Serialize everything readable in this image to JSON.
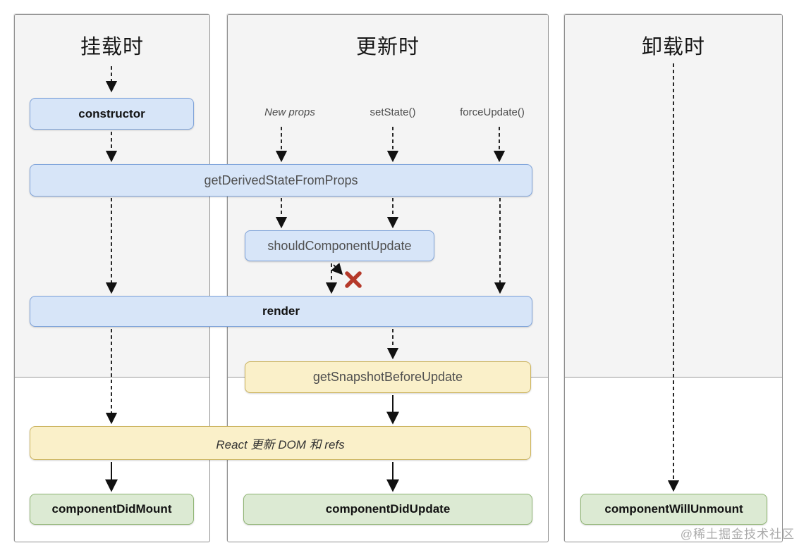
{
  "panels": {
    "mounting": {
      "title": "挂载时"
    },
    "updating": {
      "title": "更新时"
    },
    "unmounting": {
      "title": "卸载时"
    }
  },
  "triggers": {
    "new_props": "New props",
    "set_state": "setState()",
    "force_update": "forceUpdate()"
  },
  "boxes": {
    "constructor": "constructor",
    "get_derived_state_from_props": "getDerivedStateFromProps",
    "should_component_update": "shouldComponentUpdate",
    "render": "render",
    "get_snapshot_before_update": "getSnapshotBeforeUpdate",
    "react_updates_dom_and_refs": "React 更新 DOM 和 refs",
    "component_did_mount": "componentDidMount",
    "component_did_update": "componentDidUpdate",
    "component_will_unmount": "componentWillUnmount"
  },
  "icons": {
    "stop_x": "update-cancelled-x"
  },
  "colors": {
    "panel_fill": "#f4f4f4",
    "panel_border": "#8f8f8f",
    "blue_fill": "#d7e5f8",
    "blue_border": "#7ea3da",
    "yellow_fill": "#faf0c9",
    "yellow_border": "#ccb45f",
    "green_fill": "#dcead3",
    "green_border": "#8fb573",
    "arrow": "#111111",
    "stop_x_red": "#b5392a"
  },
  "watermark": "@稀土掘金技术社区"
}
